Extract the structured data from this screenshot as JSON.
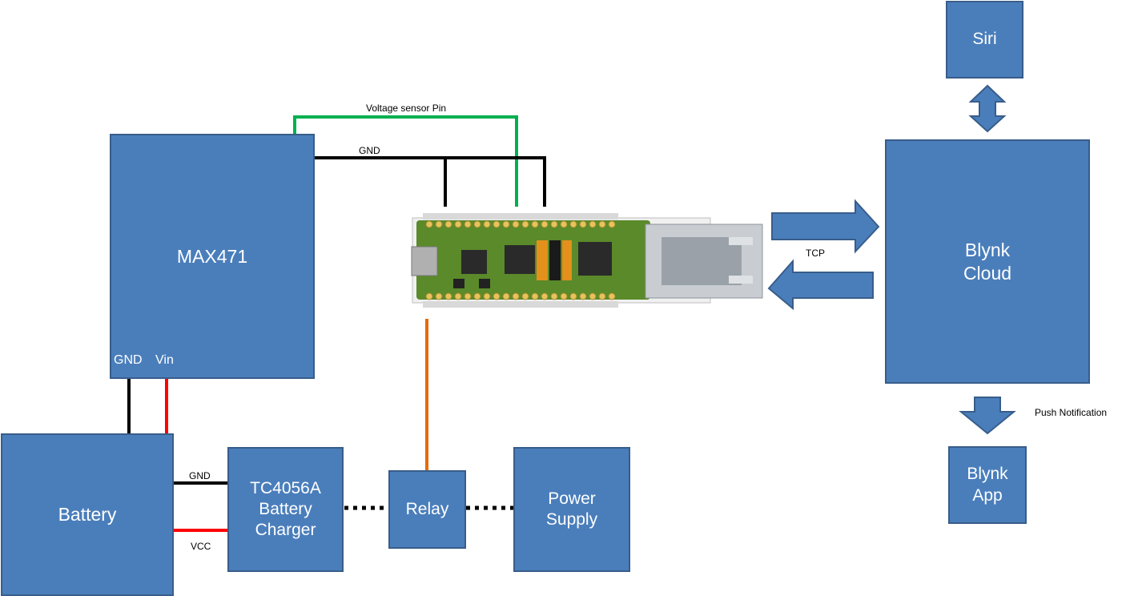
{
  "blocks": {
    "max471": "MAX471",
    "max471_gnd": "GND",
    "max471_vin": "Vin",
    "battery": "Battery",
    "charger_l1": "TC4056A",
    "charger_l2": "Battery",
    "charger_l3": "Charger",
    "relay": "Relay",
    "power_l1": "Power",
    "power_l2": "Supply",
    "blynk_cloud_l1": "Blynk",
    "blynk_cloud_l2": "Cloud",
    "siri": "Siri",
    "blynk_app_l1": "Blynk",
    "blynk_app_l2": "App"
  },
  "wires": {
    "voltage_sensor": "Voltage sensor Pin",
    "gnd_top": "GND",
    "gnd_bottom": "GND",
    "vcc": "VCC",
    "tcp": "TCP",
    "push": "Push Notification"
  },
  "colors": {
    "block_fill": "#4a7ebb",
    "block_border": "#385d8a",
    "wire_green": "#00b050",
    "wire_red": "#ff0000",
    "wire_orange": "#e46c0a",
    "wire_black": "#000000",
    "pcb_green": "#5a8a2a"
  }
}
